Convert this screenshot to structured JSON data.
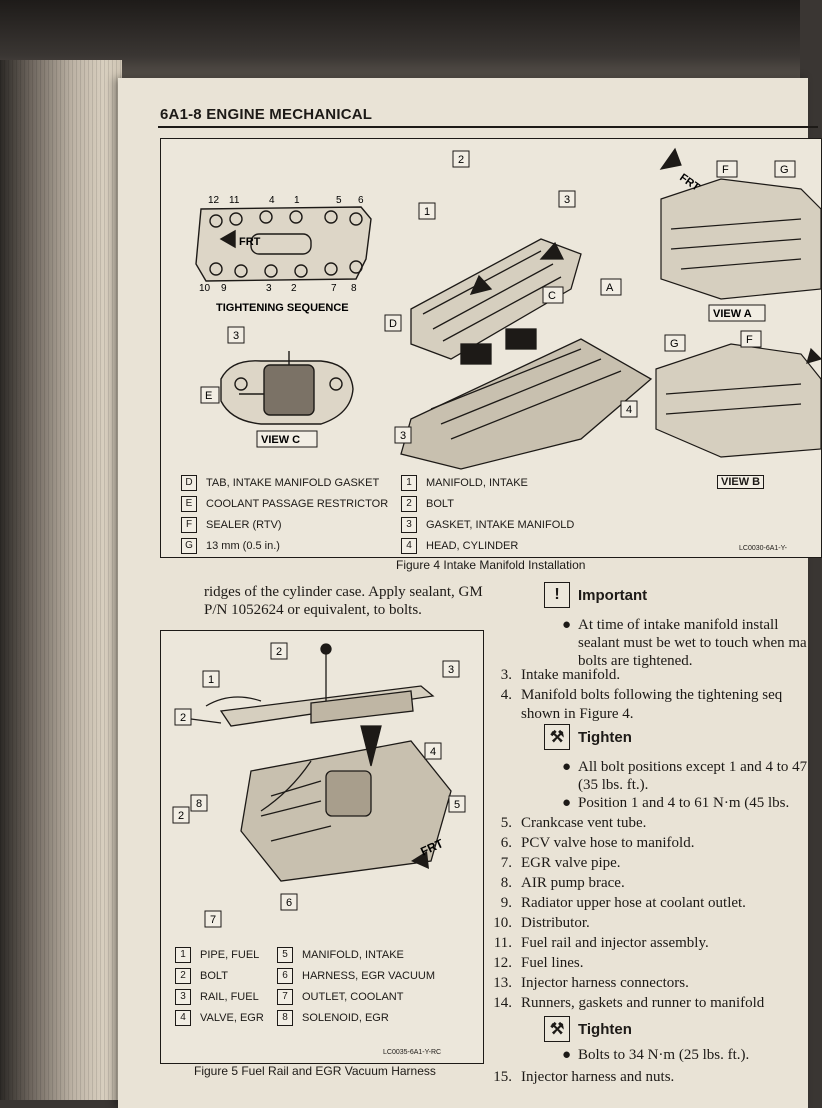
{
  "header": {
    "title": "6A1-8  ENGINE MECHANICAL"
  },
  "figure4": {
    "caption": "Figure 4 Intake Manifold Installation",
    "ref": "LC0030-6A1-Y-",
    "labels": {
      "tightening_sequence": "TIGHTENING SEQUENCE",
      "view_a": "VIEW A",
      "view_b": "VIEW B",
      "view_c": "VIEW C",
      "frt": "FRT",
      "seq_top": [
        "12",
        "11",
        "4",
        "1",
        "5",
        "6"
      ],
      "seq_bottom": [
        "10",
        "9",
        "3",
        "2",
        "7",
        "8"
      ]
    },
    "legend": [
      {
        "key": "D",
        "text": "TAB, INTAKE MANIFOLD GASKET"
      },
      {
        "key": "E",
        "text": "COOLANT PASSAGE RESTRICTOR"
      },
      {
        "key": "F",
        "text": "SEALER (RTV)"
      },
      {
        "key": "G",
        "text": "13 mm (0.5 in.)"
      },
      {
        "key": "1",
        "text": "MANIFOLD, INTAKE"
      },
      {
        "key": "2",
        "text": "BOLT"
      },
      {
        "key": "3",
        "text": "GASKET, INTAKE MANIFOLD"
      },
      {
        "key": "4",
        "text": "HEAD, CYLINDER"
      }
    ]
  },
  "left_text": "ridges of the cylinder case. Apply sealant, GM P/N 1052624 or equivalent, to bolts.",
  "important": {
    "title": "Important",
    "bullet": "At time of intake manifold install sealant must be wet to touch when ma bolts are tightened."
  },
  "steps_a": [
    {
      "num": "3.",
      "text": "Intake manifold."
    },
    {
      "num": "4.",
      "text": "Manifold bolts following the tightening seq"
    },
    {
      "num": "",
      "text": "shown in Figure 4."
    }
  ],
  "tighten1": {
    "title": "Tighten",
    "bullets": [
      "All bolt positions except 1 and 4 to 47 (35 lbs. ft.).",
      "Position 1 and 4 to 61 N·m (45 lbs."
    ]
  },
  "steps_b": [
    {
      "num": "5.",
      "text": "Crankcase vent tube."
    },
    {
      "num": "6.",
      "text": "PCV valve hose to manifold."
    },
    {
      "num": "7.",
      "text": "EGR valve pipe."
    },
    {
      "num": "8.",
      "text": "AIR pump brace."
    },
    {
      "num": "9.",
      "text": "Radiator upper hose at coolant outlet."
    },
    {
      "num": "10.",
      "text": "Distributor."
    },
    {
      "num": "11.",
      "text": "Fuel rail and injector assembly."
    },
    {
      "num": "12.",
      "text": "Fuel lines."
    },
    {
      "num": "13.",
      "text": "Injector harness connectors."
    },
    {
      "num": "14.",
      "text": "Runners, gaskets and runner to manifold"
    }
  ],
  "tighten2": {
    "title": "Tighten",
    "bullet": "Bolts to 34 N·m (25 lbs. ft.)."
  },
  "step15": {
    "num": "15.",
    "text": "Injector harness and nuts."
  },
  "figure5": {
    "caption": "Figure 5 Fuel Rail and EGR Vacuum Harness",
    "ref": "LC0035-6A1-Y-RC",
    "frt": "FRT",
    "legend": [
      {
        "key": "1",
        "text": "PIPE, FUEL"
      },
      {
        "key": "2",
        "text": "BOLT"
      },
      {
        "key": "3",
        "text": "RAIL, FUEL"
      },
      {
        "key": "4",
        "text": "VALVE, EGR"
      },
      {
        "key": "5",
        "text": "MANIFOLD, INTAKE"
      },
      {
        "key": "6",
        "text": "HARNESS, EGR VACUUM"
      },
      {
        "key": "7",
        "text": "OUTLET, COOLANT"
      },
      {
        "key": "8",
        "text": "SOLENOID, EGR"
      }
    ]
  },
  "colors": {
    "paper": "#e9e3d6",
    "ink": "#1d1a17",
    "background": "#3a3633"
  }
}
